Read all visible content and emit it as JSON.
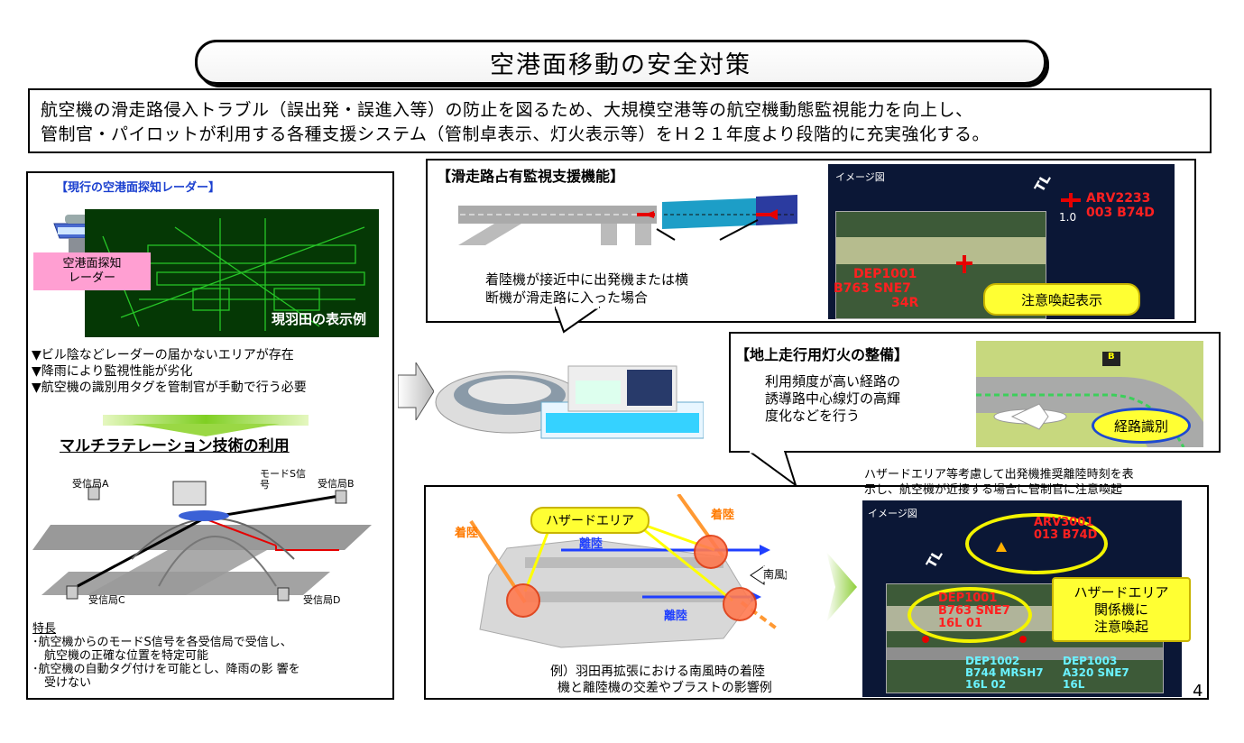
{
  "title": "空港面移動の安全対策",
  "intro": {
    "line1": "航空機の滑走路侵入トラブル（誤出発・誤進入等）の防止を図るため、大規模空港等の航空機動態監視能力を向上し、",
    "line2": "管制官・パイロットが利用する各種支援システム（管制卓表示、灯火表示等）をＨ２１年度より段階的に充実強化する。"
  },
  "left": {
    "heading": "【現行の空港面探知レーダー】",
    "radar_label": "空港面探知\nレーダー",
    "screen_caption": "現羽田の表示例",
    "bullets": [
      "▼ビル陰などレーダーの届かないエリアが存在",
      "▼降雨により監視性能が劣化",
      "▼航空機の識別用タグを管制官が手動で行う必要"
    ],
    "mlat_title": "マルチラテレーション技術の利用",
    "stations": {
      "a": "受信局A",
      "b": "受信局B",
      "c": "受信局C",
      "d": "受信局D",
      "mode_s": "モードS信号"
    },
    "features_heading": "特長",
    "features": [
      "･航空機からのモードS信号を各受信局で受信し、",
      "　航空機の正確な位置を特定可能",
      "･航空機の自動タグ付けを可能とし、降雨の影 響を",
      "　受けない"
    ]
  },
  "runway_panel": {
    "heading": "【滑走路占有監視支援機能】",
    "caption_line1": "着陸機が接近中に出発機または横",
    "caption_line2": "断機が滑走路に入った場合",
    "image_label": "イメージ図",
    "arrival_tag_1": "ARV2233",
    "arrival_tag_2": "003  B74D",
    "arrival_alt": "1.0",
    "rwy_marker": "TL",
    "dep_tag_1": "DEP1001",
    "dep_tag_2": "B763  SNE7",
    "dep_tag_3": "34R",
    "alert_label": "注意喚起表示"
  },
  "lighting_panel": {
    "heading": "【地上走行用灯火の整備】",
    "text_line1": "利用頻度が高い経路の",
    "text_line2": "誘導路中心線灯の高輝",
    "text_line3": "度化などを行う",
    "route_label": "経路識別",
    "sign_letter": "B"
  },
  "hazard_panel": {
    "hazard_label": "ハザードエリア",
    "landing_1": "着陸",
    "landing_2": "着陸",
    "takeoff_1": "離陸",
    "takeoff_2": "離陸",
    "south_wind": "南風",
    "caption_line1": "例）羽田再拡張における南風時の着陸",
    "caption_line2": "機と離陸機の交差やブラストの影響例"
  },
  "hazard_display": {
    "note_line1": "ハザードエリア等考慮して出発機推奨離陸時刻を表",
    "note_line2": "示し、航空機が近接する場合に管制官に注意喚起",
    "image_label": "イメージ図",
    "arv_1": "ARV3001",
    "arv_2": "013  B74D",
    "dep1_1": "DEP1001",
    "dep1_2": "B763  SNE7",
    "dep1_3": "16L      01",
    "dep2_1": "DEP1002",
    "dep2_2": "B744  MRSH7",
    "dep2_3": "16L      02",
    "dep3_1": "DEP1003",
    "dep3_2": "A320  SNE7",
    "dep3_3": "16L",
    "callout_1": "ハザードエリア",
    "callout_2": "関係機に",
    "callout_3": "注意喚起",
    "rwy_marker": "TL"
  },
  "page_number": "4",
  "colors": {
    "radar_green": "#2bd62b",
    "alert_yellow": "#ffff33",
    "tag_red": "#ff2020",
    "tag_cyan": "#6af2ff",
    "label_pink": "#ff9fd2",
    "arrow_blue": "#1f3fff"
  }
}
